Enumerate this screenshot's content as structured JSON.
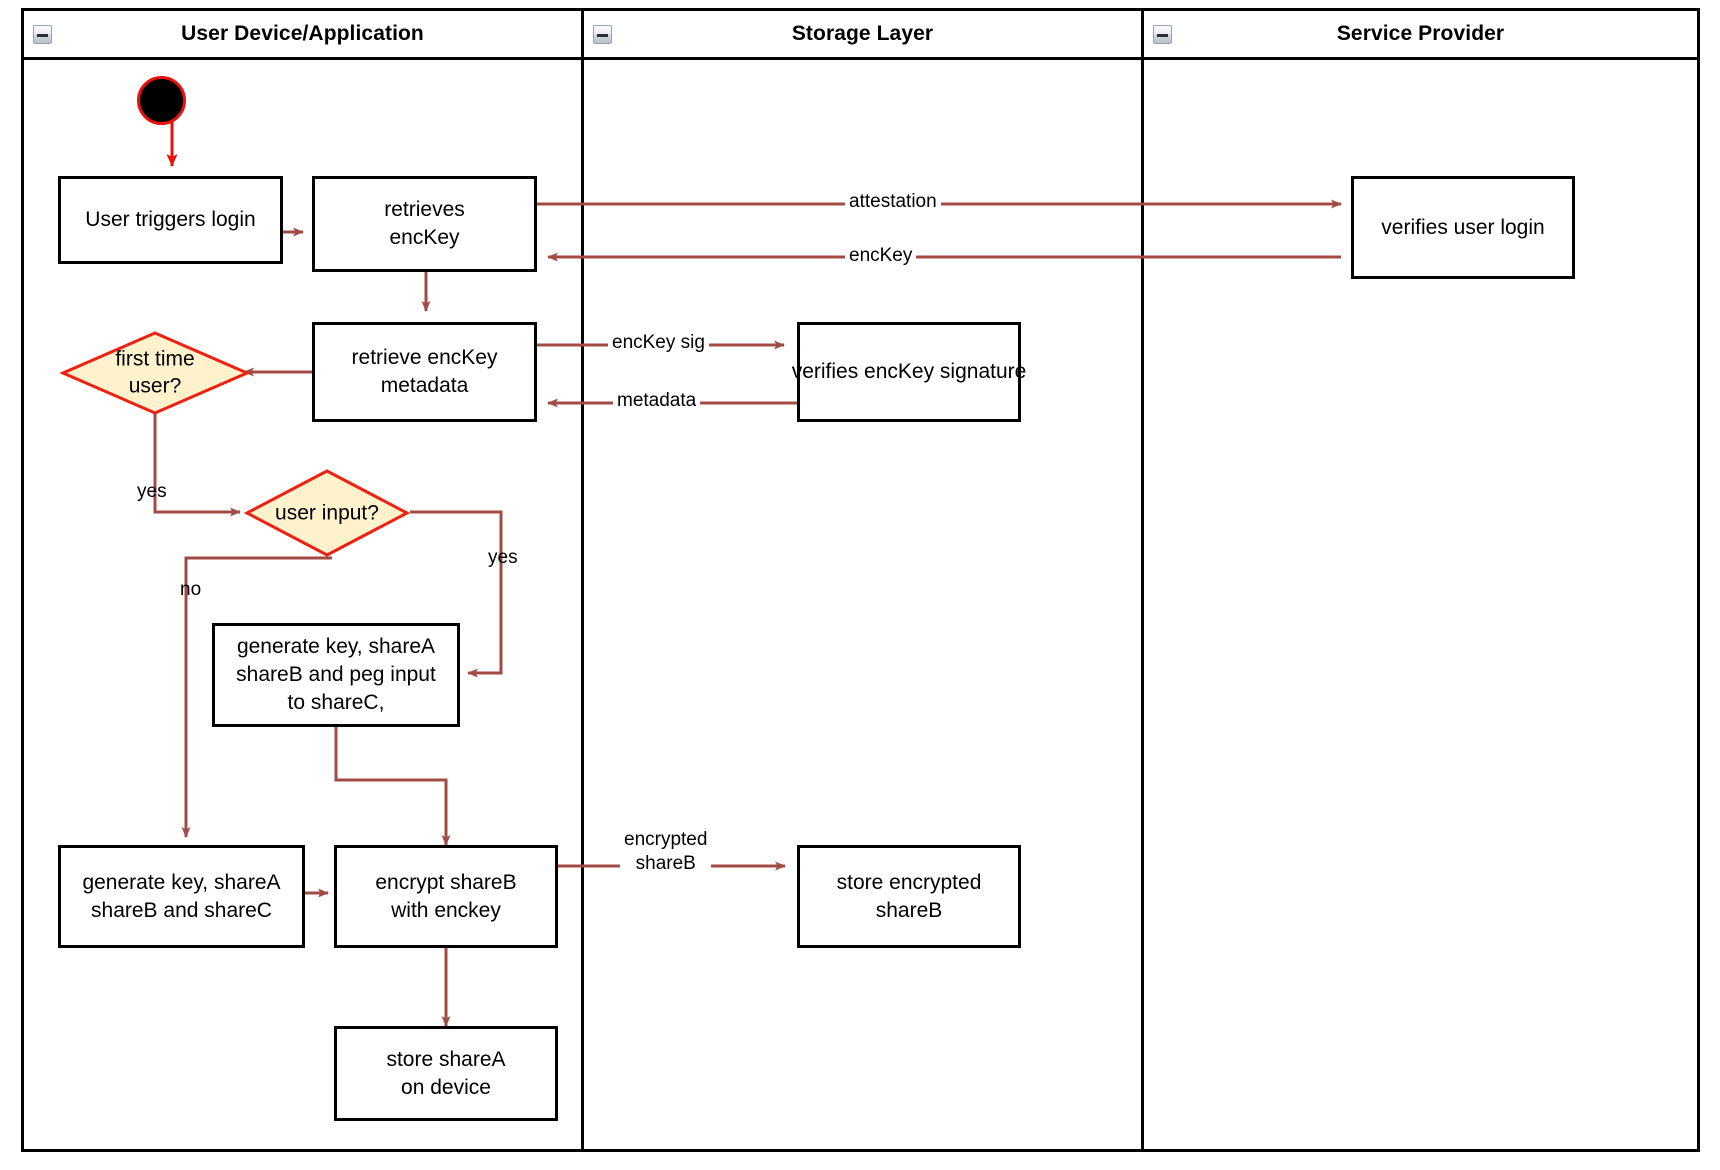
{
  "diagram": {
    "type": "uml-activity-swimlane",
    "colors": {
      "frame_border": "#000000",
      "node_border": "#000000",
      "node_fill": "#FFFFFF",
      "decision_fill": "#FFF2CC",
      "decision_border": "#EE2211",
      "edge": "#A24B45",
      "start_edge": "#E8110C",
      "start_node_fill": "#000000",
      "start_node_ring": "#E8110C",
      "text": "#000000"
    }
  },
  "lanes": [
    {
      "id": "user-device",
      "title": "User Device/Application",
      "collapse_icon": "minus-box-icon"
    },
    {
      "id": "storage-layer",
      "title": "Storage Layer",
      "collapse_icon": "minus-box-icon"
    },
    {
      "id": "service-provider",
      "title": "Service Provider",
      "collapse_icon": "minus-box-icon"
    }
  ],
  "nodes": [
    {
      "id": "start",
      "kind": "initial",
      "lane": "user-device",
      "label": ""
    },
    {
      "id": "user-triggers-login",
      "kind": "action",
      "lane": "user-device",
      "label": "User triggers login"
    },
    {
      "id": "retrieves-enckey",
      "kind": "action",
      "lane": "user-device",
      "label": "retrieves\nencKey"
    },
    {
      "id": "retrieve-enckey-metadata",
      "kind": "action",
      "lane": "user-device",
      "label": "retrieve encKey\nmetadata"
    },
    {
      "id": "first-time-user",
      "kind": "decision",
      "lane": "user-device",
      "label": "first time\nuser?"
    },
    {
      "id": "user-input",
      "kind": "decision",
      "lane": "user-device",
      "label": "user input?"
    },
    {
      "id": "generate-peg",
      "kind": "action",
      "lane": "user-device",
      "label": "generate key, shareA\nshareB and peg input\nto shareC,"
    },
    {
      "id": "generate-abc",
      "kind": "action",
      "lane": "user-device",
      "label": "generate key, shareA\nshareB and shareC"
    },
    {
      "id": "encrypt-shareb",
      "kind": "action",
      "lane": "user-device",
      "label": "encrypt shareB\nwith enckey"
    },
    {
      "id": "store-sharea",
      "kind": "action",
      "lane": "user-device",
      "label": "store shareA\non device"
    },
    {
      "id": "verifies-enckey-signature",
      "kind": "action",
      "lane": "storage-layer",
      "label": "verifies encKey signature"
    },
    {
      "id": "store-encrypted-shareb",
      "kind": "action",
      "lane": "storage-layer",
      "label": "store encrypted\nshareB"
    },
    {
      "id": "verifies-user-login",
      "kind": "action",
      "lane": "service-provider",
      "label": "verifies user login"
    }
  ],
  "edges": [
    {
      "id": "e-start",
      "from": "start",
      "to": "user-triggers-login",
      "label": ""
    },
    {
      "id": "e-login-retrieves",
      "from": "user-triggers-login",
      "to": "retrieves-enckey",
      "label": ""
    },
    {
      "id": "e-attestation",
      "from": "retrieves-enckey",
      "to": "verifies-user-login",
      "label": "attestation"
    },
    {
      "id": "e-enckey",
      "from": "verifies-user-login",
      "to": "retrieves-enckey",
      "label": "encKey"
    },
    {
      "id": "e-retrieves-metadata",
      "from": "retrieves-enckey",
      "to": "retrieve-enckey-metadata",
      "label": ""
    },
    {
      "id": "e-enckey-sig",
      "from": "retrieve-enckey-metadata",
      "to": "verifies-enckey-signature",
      "label": "encKey sig"
    },
    {
      "id": "e-metadata",
      "from": "verifies-enckey-signature",
      "to": "retrieve-enckey-metadata",
      "label": "metadata"
    },
    {
      "id": "e-metadata-firsttime",
      "from": "retrieve-enckey-metadata",
      "to": "first-time-user",
      "label": ""
    },
    {
      "id": "e-firsttime-yes",
      "from": "first-time-user",
      "to": "user-input",
      "label": "yes"
    },
    {
      "id": "e-userinput-no",
      "from": "user-input",
      "to": "generate-abc",
      "label": "no"
    },
    {
      "id": "e-userinput-yes",
      "from": "user-input",
      "to": "generate-peg",
      "label": "yes"
    },
    {
      "id": "e-peg-encrypt",
      "from": "generate-peg",
      "to": "encrypt-shareb",
      "label": ""
    },
    {
      "id": "e-abc-encrypt",
      "from": "generate-abc",
      "to": "encrypt-shareb",
      "label": ""
    },
    {
      "id": "e-encrypted-shareb",
      "from": "encrypt-shareb",
      "to": "store-encrypted-shareb",
      "label": "encrypted\nshareB"
    },
    {
      "id": "e-encrypt-store",
      "from": "encrypt-shareb",
      "to": "store-sharea",
      "label": ""
    }
  ],
  "labels": {
    "attestation": "attestation",
    "enckey": "encKey",
    "enckey_sig": "encKey sig",
    "metadata": "metadata",
    "yes_first_time": "yes",
    "no_user_input": "no",
    "yes_user_input": "yes",
    "encrypted_shareb_l1": "encrypted",
    "encrypted_shareb_l2": "shareB"
  },
  "node_text": {
    "user_triggers_login": "User triggers login",
    "retrieves_enckey_l1": "retrieves",
    "retrieves_enckey_l2": "encKey",
    "retrieve_metadata_l1": "retrieve encKey",
    "retrieve_metadata_l2": "metadata",
    "first_time_user_l1": "first time",
    "first_time_user_l2": "user?",
    "user_input": "user input?",
    "generate_peg_l1": "generate key, shareA",
    "generate_peg_l2": "shareB and peg input",
    "generate_peg_l3": "to shareC,",
    "generate_abc_l1": "generate key, shareA",
    "generate_abc_l2": "shareB and shareC",
    "encrypt_shareb_l1": "encrypt shareB",
    "encrypt_shareb_l2": "with enckey",
    "store_sharea_l1": "store shareA",
    "store_sharea_l2": "on device",
    "verifies_enckey_signature": "verifies encKey signature",
    "store_encrypted_shareb_l1": "store encrypted",
    "store_encrypted_shareb_l2": "shareB",
    "verifies_user_login": "verifies user login"
  }
}
